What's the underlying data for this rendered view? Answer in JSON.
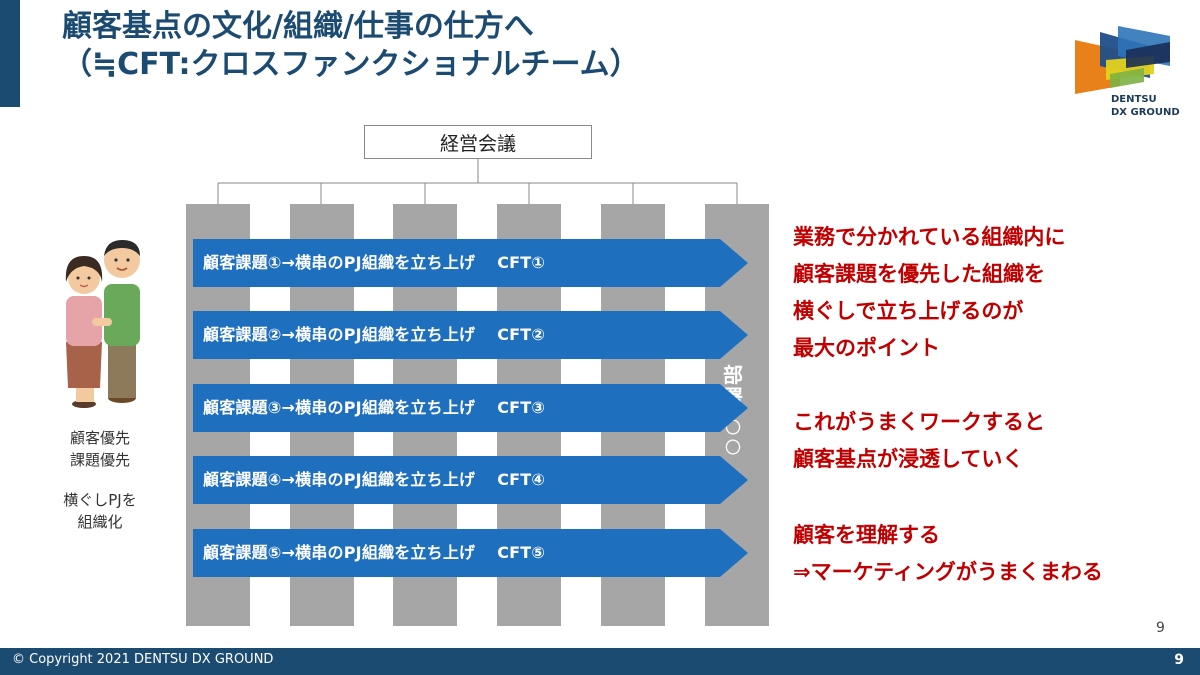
{
  "title": {
    "line1": "顧客基点の文化/組織/仕事の仕方へ",
    "line2": "（≒CFT:クロスファンクショナルチーム）"
  },
  "logo": {
    "line1": "DENTSU",
    "line2": "DX GROUND"
  },
  "org": {
    "meeting": "経営会議",
    "last_pillar_label": "部\n署",
    "last_pillar_circles": "〇\n〇",
    "pillar_color": "#a6a6a6",
    "arrow_color": "#1f6fbf"
  },
  "cft_rows": [
    {
      "text": "顧客課題①→横串のPJ組織を立ち上げ",
      "tag": "CFT①"
    },
    {
      "text": "顧客課題②→横串のPJ組織を立ち上げ",
      "tag": "CFT②"
    },
    {
      "text": "顧客課題③→横串のPJ組織を立ち上げ",
      "tag": "CFT③"
    },
    {
      "text": "顧客課題④→横串のPJ組織を立ち上げ",
      "tag": "CFT④"
    },
    {
      "text": "顧客課題⑤→横串のPJ組織を立ち上げ",
      "tag": "CFT⑤"
    }
  ],
  "left_caption": {
    "line1": "顧客優先",
    "line2": "課題優先",
    "line3": "横ぐしPJを",
    "line4": "組織化"
  },
  "right_points": {
    "p1": [
      "業務で分かれている組織内に",
      "顧客課題を優先した組織を",
      "横ぐしで立ち上げるのが",
      "最大のポイント"
    ],
    "p2": [
      "これがうまくワークすると",
      "顧客基点が浸透していく"
    ],
    "p3": [
      "顧客を理解する",
      "⇒マーケティングがうまくまわる"
    ]
  },
  "page_number": "9",
  "footer": {
    "copyright": "© Copyright 2021 DENTSU DX GROUND",
    "page": "9"
  }
}
